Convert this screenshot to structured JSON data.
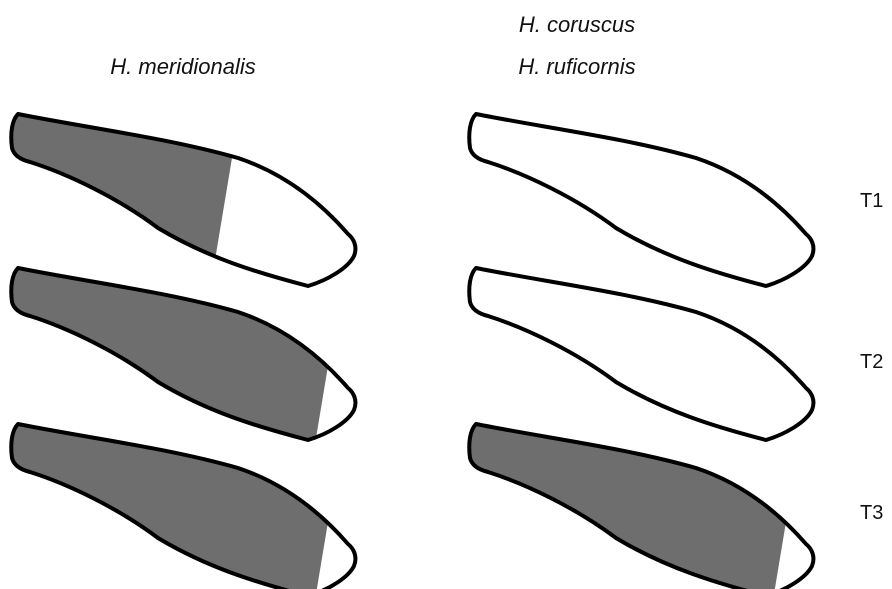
{
  "species_left": "H. meridionalis",
  "species_right_top": "H. coruscus",
  "species_right_bottom": "H. ruficornis",
  "rows": [
    "T1",
    "T2",
    "T3"
  ],
  "colors": {
    "dark": "#6e6e6e",
    "light": "#ffffff",
    "outline": "#000000"
  },
  "legs": [
    {
      "species": "H. meridionalis",
      "row": "T1",
      "dark_fraction": 0.64
    },
    {
      "species": "H. meridionalis",
      "row": "T2",
      "dark_fraction": 0.94
    },
    {
      "species": "H. meridionalis",
      "row": "T3",
      "dark_fraction": 0.94
    },
    {
      "species": "H. coruscus / H. ruficornis",
      "row": "T1",
      "dark_fraction": 0
    },
    {
      "species": "H. coruscus / H. ruficornis",
      "row": "T2",
      "dark_fraction": 0
    },
    {
      "species": "H. coruscus / H. ruficornis",
      "row": "T3",
      "dark_fraction": 0.94
    }
  ]
}
